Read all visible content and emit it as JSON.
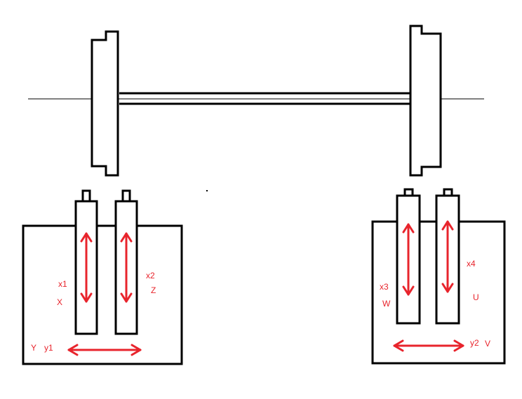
{
  "colors": {
    "outline": "#000000",
    "arrow": "#e8242c",
    "background": "#ffffff",
    "label": "#e8242c"
  },
  "labels": {
    "x1": "x1",
    "X": "X",
    "x2": "x2",
    "Z": "Z",
    "Y": "Y",
    "y1": "y1",
    "x3": "x3",
    "W": "W",
    "x4": "x4",
    "U": "U",
    "y2": "y2",
    "V": "V"
  }
}
